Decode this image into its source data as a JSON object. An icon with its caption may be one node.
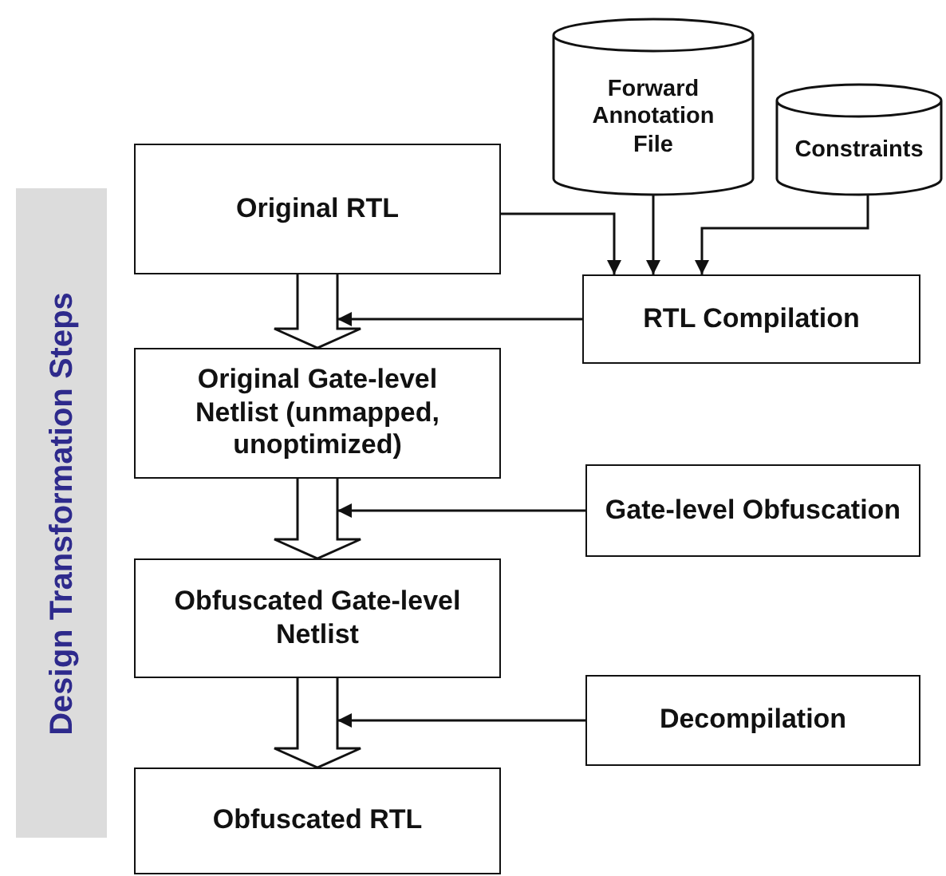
{
  "diagram": {
    "nodes": [
      {
        "text": [
          "Design Transformation Steps"
        ]
      },
      {
        "text": [
          "Original RTL"
        ]
      },
      {
        "text": [
          "Forward Annotation File"
        ]
      },
      {
        "text": [
          "Constraints"
        ]
      },
      {
        "text": [
          "RTL Compilation"
        ]
      },
      {
        "text": [
          "Original Gate-level Netlist (unmapped, unoptimized)"
        ]
      },
      {
        "text": [
          "Gate-level Obfuscation"
        ]
      },
      {
        "text": [
          "Obfuscated Gate-level Netlist"
        ]
      },
      {
        "text": [
          "Decompilation"
        ]
      },
      {
        "text": [
          "Obfuscated RTL"
        ]
      }
    ],
    "edges": [
      {
        "from": 1,
        "to": 4,
        "arrow": "to"
      },
      {
        "from": 2,
        "to": 4,
        "arrow": "to"
      },
      {
        "from": 3,
        "to": 4,
        "arrow": "to"
      },
      {
        "from": 1,
        "to": 5,
        "arrow": "to",
        "style": "thick"
      },
      {
        "from": 4,
        "to": 5,
        "arrow": "to"
      },
      {
        "from": 5,
        "to": 7,
        "arrow": "to",
        "style": "thick"
      },
      {
        "from": 6,
        "to": 5,
        "arrow": "to"
      },
      {
        "from": 7,
        "to": 9,
        "arrow": "to",
        "style": "thick"
      },
      {
        "from": 8,
        "to": 7,
        "arrow": "to"
      }
    ]
  }
}
